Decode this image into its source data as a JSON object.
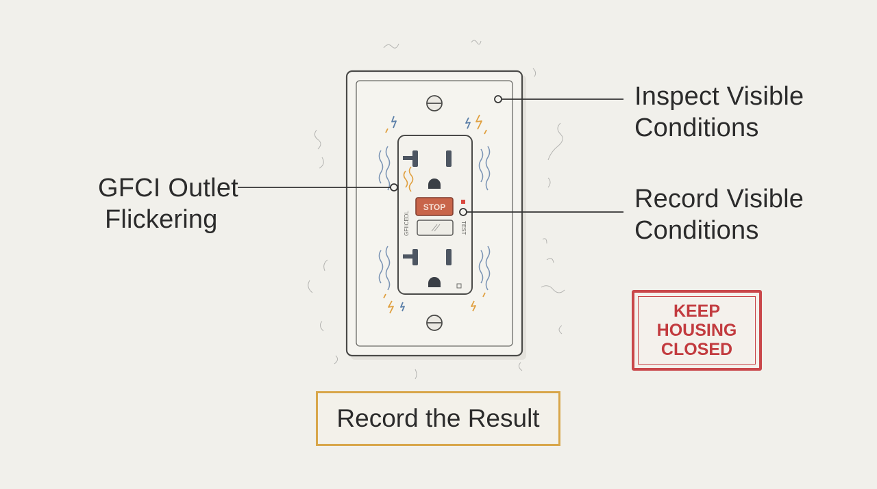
{
  "callouts": {
    "left": [
      "GFCI Outlet",
      "Flickering"
    ],
    "right_top": [
      "Inspect Visible",
      "Conditions"
    ],
    "right_mid": [
      "Record Visible",
      "Conditions"
    ]
  },
  "outlet": {
    "stop_button": "STOP",
    "side_text_left": "GFIICEDL",
    "side_text_right": "TEST"
  },
  "warning_sign": [
    "KEEP",
    "HOUSING",
    "CLOSED"
  ],
  "result_box": "Record the Result",
  "colors": {
    "background": "#f1f0eb",
    "warning_red": "#c9474a",
    "result_border": "#d8a64a",
    "stop_button": "#c8654a",
    "spark_orange": "#e0a040",
    "spark_blue": "#5b7fa8"
  }
}
